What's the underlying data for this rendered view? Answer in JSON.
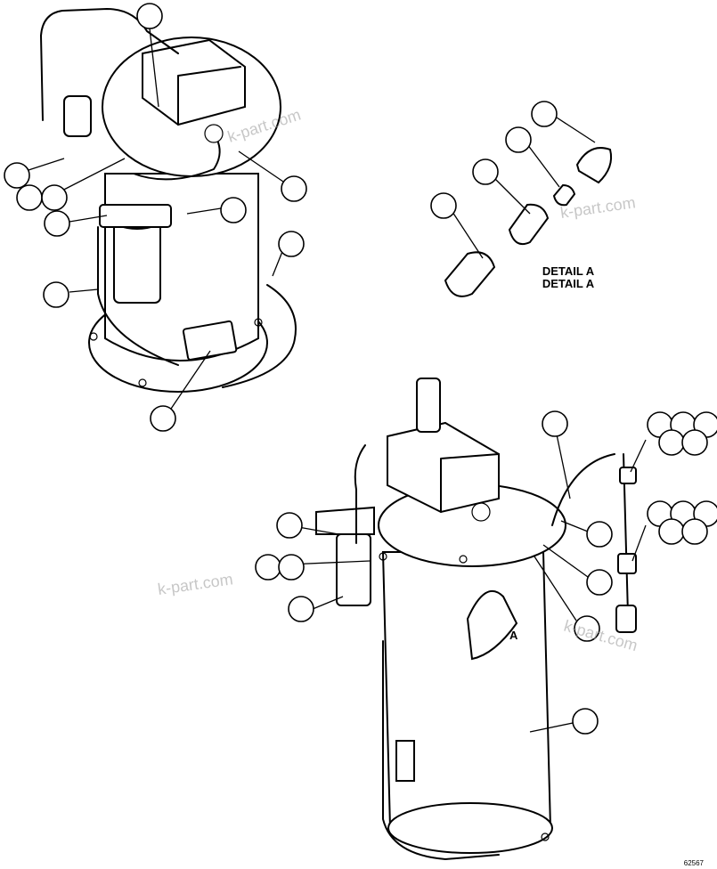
{
  "diagram": {
    "detail_label_1": "DETAIL A",
    "detail_label_2": "DETAIL A",
    "view_arrow_label": "A",
    "figure_code": "62567",
    "watermarks": [
      "k-part.com",
      "k-part.com",
      "k-part.com",
      "k-part.com"
    ]
  }
}
